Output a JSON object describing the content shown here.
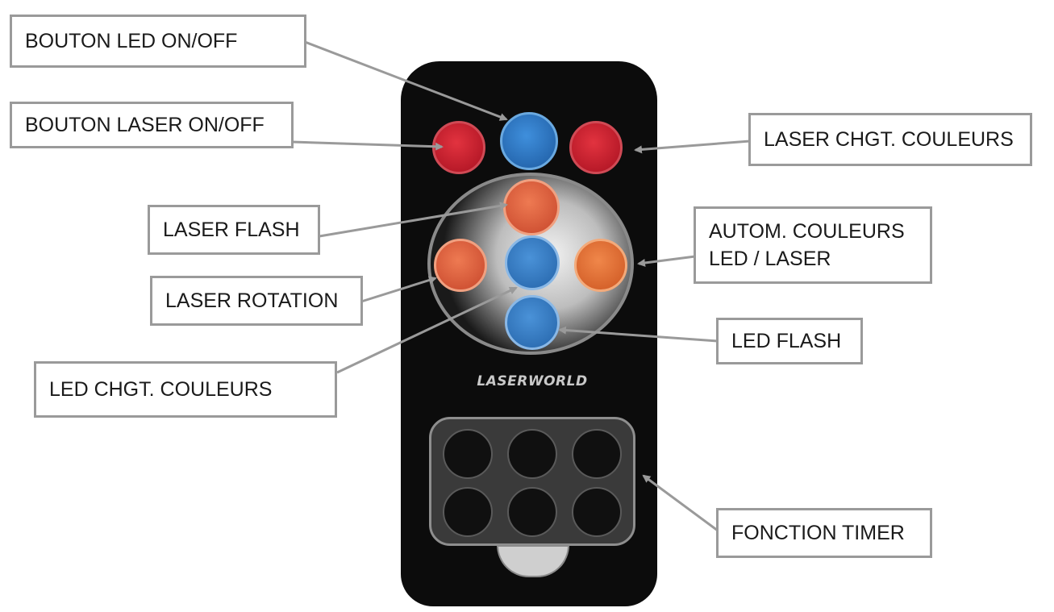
{
  "callouts": {
    "led_on_off": "BOUTON LED ON/OFF",
    "laser_on_off": "BOUTON LASER ON/OFF",
    "laser_color_change": "LASER CHGT. COULEURS",
    "laser_flash": "LASER FLASH",
    "autom_colors_line1": "AUTOM. COULEURS",
    "autom_colors_line2": "LED / LASER",
    "laser_rotation": "LASER ROTATION",
    "led_flash": "LED FLASH",
    "led_color_change": "LED CHGT. COULEURS",
    "timer_function": "FONCTION TIMER"
  },
  "remote": {
    "brand": "LASERWORLD"
  },
  "colors": {
    "body": "#0c0c0c",
    "red_button": "#c81a2a",
    "blue_button": "#2f78c4",
    "orange_button": "#e0623a",
    "callout_border": "#9a9a9a",
    "arrow": "#9a9a9a"
  }
}
